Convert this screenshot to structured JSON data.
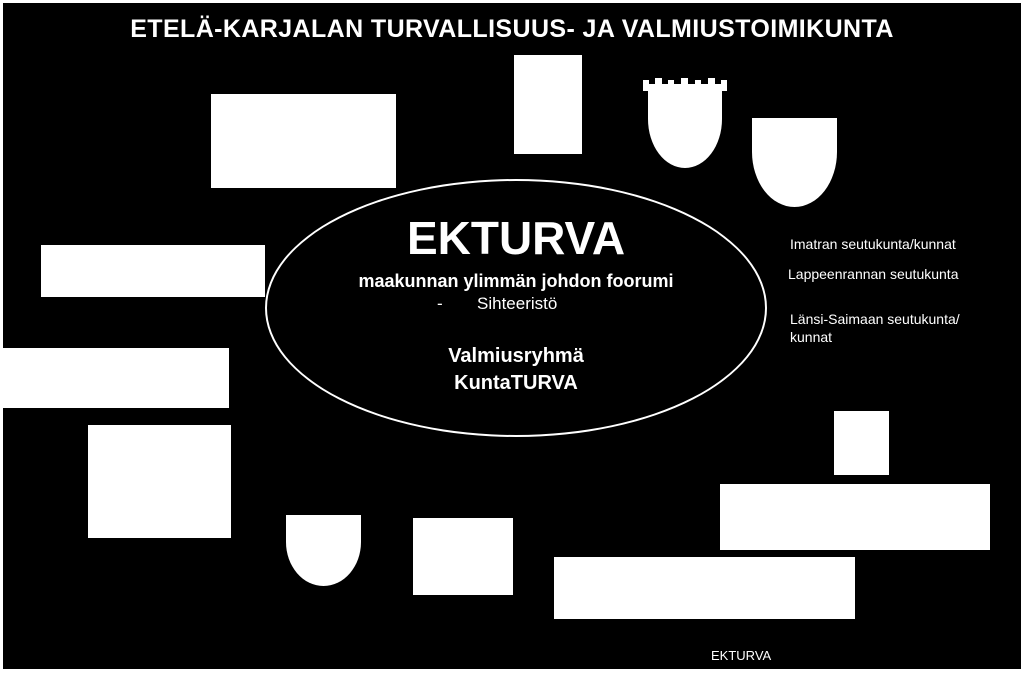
{
  "title": "ETELÄ-KARJALAN TURVALLISUUS- JA VALMIUSTOIMIKUNTA",
  "center": {
    "heading": "EKTURVA",
    "subheading": "maakunnan ylimmän johdon foorumi",
    "bullet_mark": "-",
    "bullet": "Sihteeristö",
    "line1": "Valmiusryhmä",
    "line2": "KuntaTURVA"
  },
  "side_labels": {
    "imatra": "Imatran seutukunta/kunnat",
    "lappeenranta": "Lappeenrannan seutukunta",
    "lansi_saimaa_1": "Länsi-Saimaan seutukunta/",
    "lansi_saimaa_2": "kunnat"
  },
  "footer": "EKTURVA",
  "colors": {
    "background": "#000000",
    "foreground": "#ffffff"
  }
}
